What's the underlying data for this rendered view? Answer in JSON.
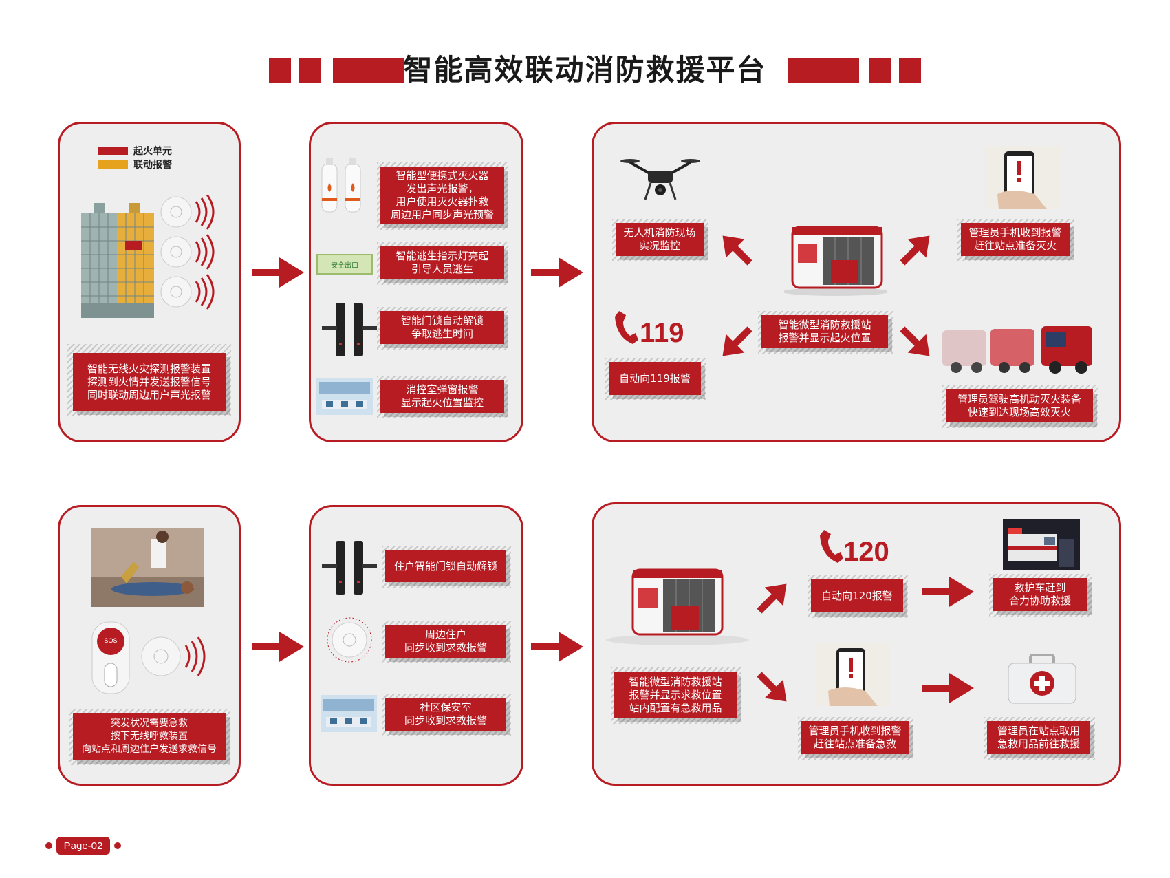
{
  "header": {
    "title": "智能高效联动消防救援平台"
  },
  "colors": {
    "accent": "#b71c23",
    "legend_fire": "#b71c23",
    "legend_alarm": "#e6a21c",
    "panel_bg": "#eeeeef"
  },
  "fire": {
    "legend": {
      "fire_unit": "起火单元",
      "linked_alarm": "联动报警"
    },
    "detector_label": "智能无线火灾探测报警装置\n探测到火情并发送报警信号\n同时联动周边用户声光报警",
    "devices": {
      "extinguisher": "智能型便携式灭火器\n发出声光报警，\n用户使用灭火器扑救\n周边用户同步声光预警",
      "exit_sign": "智能逃生指示灯亮起\n引导人员逃生",
      "door_lock": "智能门锁自动解锁\n争取逃生时间",
      "control_room": "消控室弹窗报警\n显示起火位置监控"
    },
    "exit_sign_text": "安全出口",
    "station": "智能微型消防救援站\n报警并显示起火位置",
    "drone": "无人机消防现场\n实况监控",
    "phone_number": "119",
    "auto_call": "自动向119报警",
    "admin_phone": "管理员手机收到报警\n赶往站点准备灭火",
    "vehicle": "管理员驾驶高机动灭火装备\n快速到达现场高效灭火"
  },
  "rescue": {
    "sos_button_text": "SOS",
    "sos_label": "突发状况需要急救\n按下无线呼救装置\n向站点和周边住户发送求救信号",
    "devices": {
      "door_lock": "住户智能门锁自动解锁",
      "neighbors": "周边住户\n同步收到求救报警",
      "security": "社区保安室\n同步收到求救报警"
    },
    "station": "智能微型消防救援站\n报警并显示求救位置\n站内配置有急救用品",
    "phone_number": "120",
    "auto_call": "自动向120报警",
    "ambulance": "救护车赶到\n合力协助救援",
    "admin_phone": "管理员手机收到报警\n赶往站点准备急救",
    "first_aid": "管理员在站点取用\n急救用品前往救援"
  },
  "footer": {
    "page": "Page-02"
  },
  "icons": {
    "drone": "drone-icon",
    "phone": "phone-icon",
    "smartphone": "smartphone-icon",
    "station": "fire-station-icon",
    "arrow": "arrow-icon",
    "detector": "smoke-detector-icon",
    "first_aid": "first-aid-kit-icon"
  }
}
